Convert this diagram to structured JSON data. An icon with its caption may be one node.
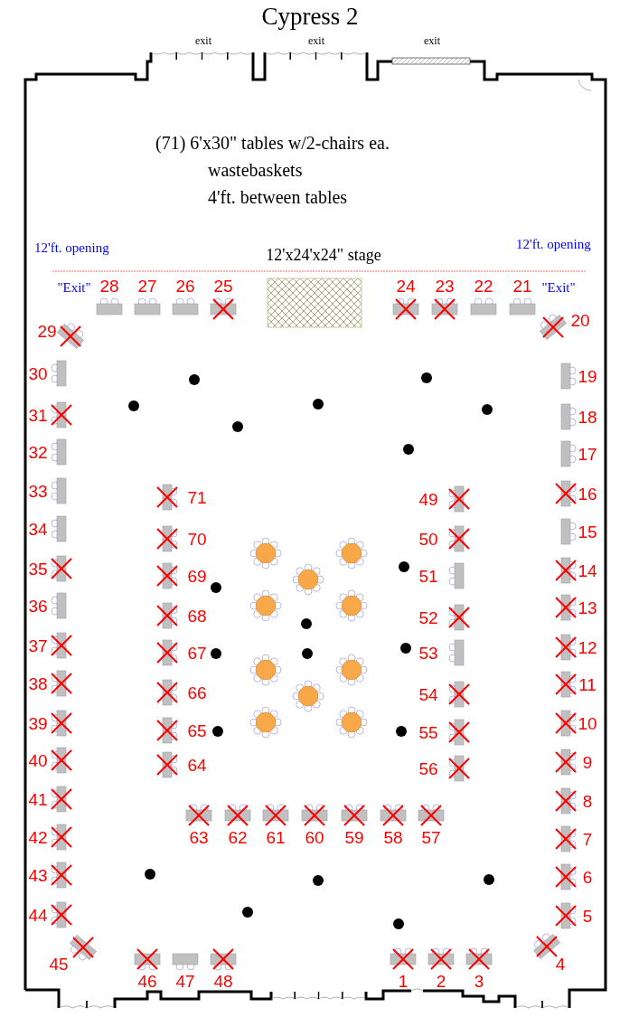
{
  "diagram": {
    "title": "Cypress 2",
    "labels": [
      "exit",
      "exit",
      "exit",
      "(71) 6'x30\" tables w/2-chairs ea.",
      "wastebaskets",
      "4'ft. between tables",
      "12'ft. opening",
      "12'x24'x24\" stage",
      "12'ft. opening",
      "\"Exit\"",
      "\"Exit\"",
      "1",
      "2",
      "3",
      "4",
      "5",
      "6",
      "7",
      "8",
      "9",
      "10",
      "11",
      "12",
      "13",
      "14",
      "15",
      "16",
      "17",
      "18",
      "19",
      "20",
      "21",
      "22",
      "23",
      "24",
      "25",
      "26",
      "27",
      "28",
      "29",
      "30",
      "31",
      "32",
      "33",
      "34",
      "35",
      "36",
      "37",
      "38",
      "39",
      "40",
      "41",
      "42",
      "43",
      "44",
      "45",
      "46",
      "47",
      "48",
      "49",
      "50",
      "51",
      "52",
      "53",
      "54",
      "55",
      "56",
      "57",
      "58",
      "59",
      "60",
      "61",
      "62",
      "63",
      "64",
      "65",
      "66",
      "67",
      "68",
      "69",
      "70",
      "71"
    ]
  }
}
